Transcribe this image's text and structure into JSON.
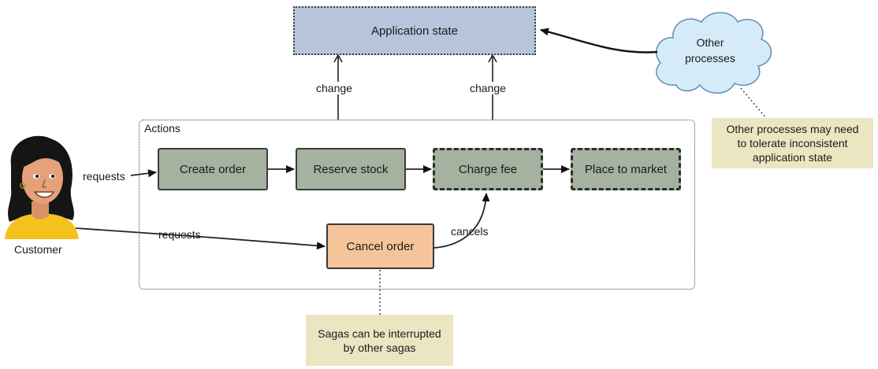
{
  "app_state": {
    "label": "Application state"
  },
  "cloud": {
    "line1": "Other",
    "line2": "processes"
  },
  "change_labels": {
    "left": "change",
    "right": "change"
  },
  "actions": {
    "title": "Actions",
    "create": "Create order",
    "reserve": "Reserve stock",
    "charge": "Charge fee",
    "place": "Place to market",
    "cancel": "Cancel order"
  },
  "edges": {
    "requests_1": "requests",
    "requests_2": "requests",
    "cancels": "cancels"
  },
  "customer": {
    "label": "Customer",
    "icon": "customer-avatar-icon"
  },
  "notes": {
    "cloud_note": {
      "line1": "Other processes may need",
      "line2": "to tolerate inconsistent",
      "line3": "application state"
    },
    "saga_note": {
      "line1": "Sagas can be interrupted",
      "line2": "by other sagas"
    }
  },
  "colors": {
    "app_state_fill": "#b6c5dc",
    "action_fill": "#a6b2a0",
    "cancel_fill": "#f6c49a",
    "note_fill": "#ebe6c2",
    "cloud_fill": "#d5ecf8"
  }
}
